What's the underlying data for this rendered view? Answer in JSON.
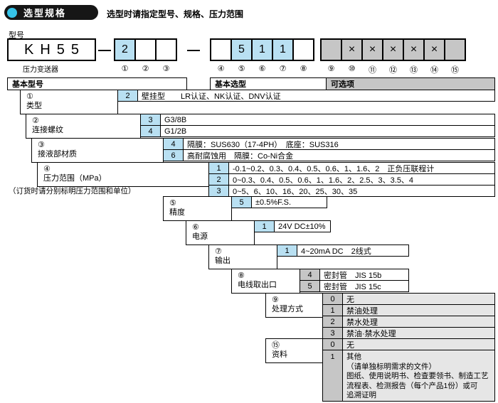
{
  "colors": {
    "cyan": "#b9e0f2",
    "graybox": "#c6c6c6",
    "graycell": "#e6e6e6",
    "barblack": "#161616",
    "bullet": "#36c4e9"
  },
  "header": {
    "title": "选型规格",
    "subtitle": "选型时请指定型号、规格、压力范围"
  },
  "model_row": {
    "field_label": "型号",
    "prefix": "KH55",
    "prefix_caption": "压力变送器",
    "separator": "—",
    "boxes": [
      {
        "index": "①",
        "value": "2",
        "fill": "cyan"
      },
      {
        "index": "②",
        "value": "",
        "fill": "white"
      },
      {
        "index": "③",
        "value": "",
        "fill": "white"
      },
      {
        "index": "④",
        "value": "",
        "fill": "white"
      },
      {
        "index": "⑤",
        "value": "5",
        "fill": "cyan"
      },
      {
        "index": "⑥",
        "value": "1",
        "fill": "cyan"
      },
      {
        "index": "⑦",
        "value": "1",
        "fill": "cyan"
      },
      {
        "index": "⑧",
        "value": "",
        "fill": "white"
      },
      {
        "index": "⑨",
        "value": "",
        "fill": "gray"
      },
      {
        "index": "⑩",
        "value": "×",
        "fill": "gray"
      },
      {
        "index": "⑪",
        "value": "×",
        "fill": "gray"
      },
      {
        "index": "⑫",
        "value": "×",
        "fill": "gray"
      },
      {
        "index": "⑬",
        "value": "×",
        "fill": "gray"
      },
      {
        "index": "⑭",
        "value": "×",
        "fill": "gray"
      },
      {
        "index": "⑮",
        "value": "",
        "fill": "gray"
      }
    ]
  },
  "column_headers": {
    "basic_model": "基本型号",
    "basic_selection": "基本选型",
    "optional": "可选项"
  },
  "order_note": "（订货时请分别标明压力范围和单位）",
  "categories": [
    {
      "num": "①",
      "name": "类型",
      "options": [
        {
          "code": "2",
          "desc": "壁挂型　　LR认证、NK认证、DNV认证"
        }
      ]
    },
    {
      "num": "②",
      "name": "连接螺纹",
      "options": [
        {
          "code": "3",
          "desc": "G3/8B"
        },
        {
          "code": "4",
          "desc": "G1/2B"
        }
      ]
    },
    {
      "num": "③",
      "name": "接液部材质",
      "options": [
        {
          "code": "4",
          "desc": "隔膜：SUS630（17-4PH）　底座：SUS316"
        },
        {
          "code": "6",
          "desc": "高耐腐蚀用　隔膜：Co-Ni合金"
        }
      ]
    },
    {
      "num": "④",
      "name": "压力范围（MPa）",
      "options": [
        {
          "code": "1",
          "desc": "-0.1~0.2、0.3、0.4、0.5、0.6、1、1.6、2　正负压联程计"
        },
        {
          "code": "2",
          "desc": "0~0.3、0.4、0.5、0.6、1、1.6、2、2.5、3、3.5、4"
        },
        {
          "code": "3",
          "desc": "0~5、6、10、16、20、25、30、35"
        }
      ]
    },
    {
      "num": "⑤",
      "name": "精度",
      "options": [
        {
          "code": "5",
          "desc": "±0.5%F.S."
        }
      ]
    },
    {
      "num": "⑥",
      "name": "电源",
      "options": [
        {
          "code": "1",
          "desc": "24V DC±10%"
        }
      ]
    },
    {
      "num": "⑦",
      "name": "输出",
      "options": [
        {
          "code": "1",
          "desc": "4~20mA DC　2线式"
        }
      ]
    },
    {
      "num": "⑧",
      "name": "电线取出口",
      "options": [
        {
          "code": "4",
          "desc": "密封管　JIS 15b"
        },
        {
          "code": "5",
          "desc": "密封管　JIS 15c"
        }
      ]
    },
    {
      "num": "⑨",
      "name": "处理方式",
      "options": [
        {
          "code": "0",
          "desc": "无"
        },
        {
          "code": "1",
          "desc": "禁油处理"
        },
        {
          "code": "2",
          "desc": "禁水处理"
        },
        {
          "code": "3",
          "desc": "禁油·禁水处理"
        }
      ]
    },
    {
      "num": "⑮",
      "name": "资料",
      "options": [
        {
          "code": "0",
          "desc": "无"
        },
        {
          "code": "1",
          "desc": "其他\n（请单独标明需求的文件）\n图纸、使用说明书、检查要领书、制造工艺\n流程表、检测报告（每个产品1份）或可\n追溯证明"
        }
      ]
    }
  ]
}
